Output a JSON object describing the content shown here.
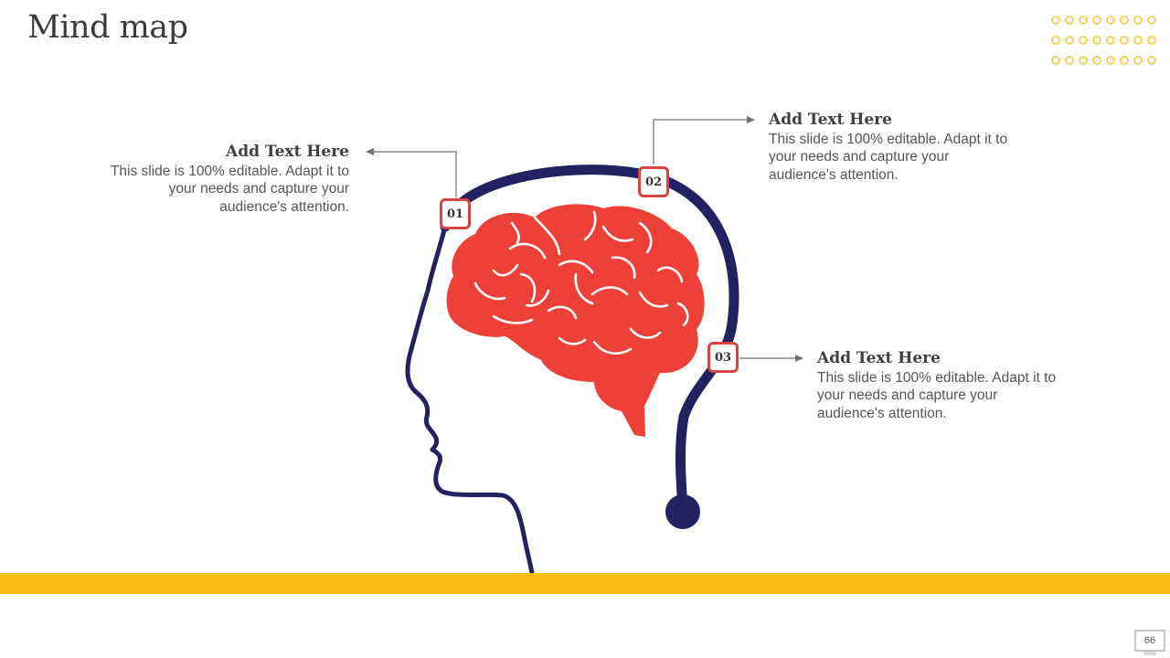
{
  "slide": {
    "title": "Mind map",
    "page_number": "66"
  },
  "colors": {
    "accent_yellow": "#f9bd13",
    "head_outline": "#232160",
    "brain_red": "#ec4038",
    "badge_border": "#d6453f",
    "connector": "#6f6f6f"
  },
  "icons": {
    "head": "head-silhouette-icon",
    "brain": "brain-icon",
    "decor": "dot-grid-decoration"
  },
  "nodes": [
    {
      "number": "01",
      "heading": "Add Text Here",
      "body": "This slide is 100% editable. Adapt it to your needs and capture your audience's attention."
    },
    {
      "number": "02",
      "heading": "Add Text Here",
      "body": "This slide is 100% editable. Adapt it to your needs and capture your audience's attention."
    },
    {
      "number": "03",
      "heading": "Add Text Here",
      "body": "This slide is 100% editable. Adapt it to your needs and capture your audience's attention."
    }
  ]
}
